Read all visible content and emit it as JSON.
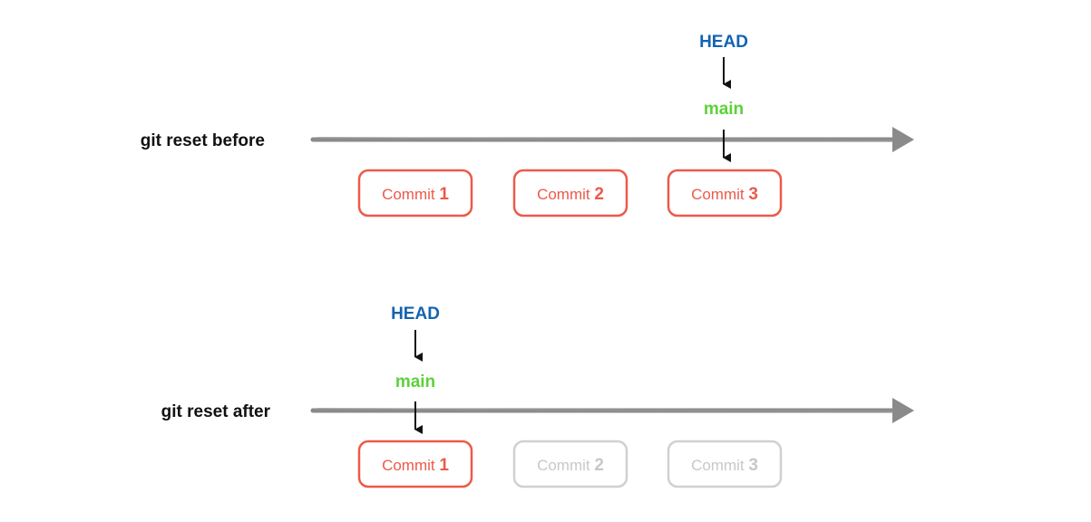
{
  "colors": {
    "head": "#1463b0",
    "branch": "#5ed13a",
    "active_commit": "#ec5a4a",
    "inactive_commit": "#cccccc",
    "timeline": "#8a8a8a",
    "pointer_arrow": "#111111"
  },
  "panels": [
    {
      "label": "git reset before",
      "head_label": "HEAD",
      "branch_label": "main",
      "commits": [
        {
          "word": "Commit",
          "number": "1",
          "active": true
        },
        {
          "word": "Commit",
          "number": "2",
          "active": true
        },
        {
          "word": "Commit",
          "number": "3",
          "active": true
        }
      ]
    },
    {
      "label": "git reset after",
      "head_label": "HEAD",
      "branch_label": "main",
      "commits": [
        {
          "word": "Commit",
          "number": "1",
          "active": true
        },
        {
          "word": "Commit",
          "number": "2",
          "active": false
        },
        {
          "word": "Commit",
          "number": "3",
          "active": false
        }
      ]
    }
  ]
}
